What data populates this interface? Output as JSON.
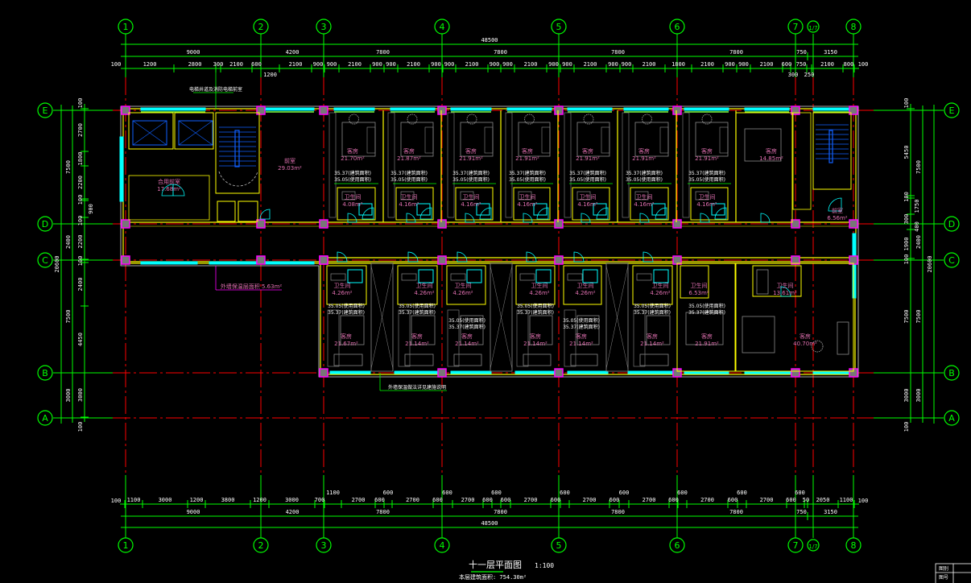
{
  "title": {
    "name": "十一层平面图",
    "scale": "1:100",
    "area_note": "本层建筑面积: 754.30m²"
  },
  "axes": {
    "columns": [
      "1",
      "2",
      "3",
      "4",
      "5",
      "6",
      "7",
      "1/7",
      "8"
    ],
    "rows": [
      "E",
      "D",
      "C",
      "B",
      "A"
    ]
  },
  "dimensions": {
    "top_overall": "48500",
    "top_bays": [
      "9000",
      "4200",
      "7800",
      "7800",
      "7800",
      "7800",
      "750",
      "3150"
    ],
    "top_detail": [
      "1200",
      "2800",
      "300",
      "2100",
      "600",
      "1200",
      "2100",
      "900",
      "900",
      "2100",
      "900",
      "900",
      "2100",
      "900",
      "900",
      "2100",
      "900",
      "900",
      "2100",
      "900",
      "900",
      "2100",
      "900",
      "900",
      "2100",
      "1800",
      "2100",
      "900",
      "900",
      "2100",
      "600",
      "300",
      "750",
      "250",
      "2100",
      "800"
    ],
    "top_edge_left": "100",
    "top_edge_right": "100",
    "bottom_detail": [
      "1100",
      "3000",
      "1200",
      "3800",
      "1200",
      "3000",
      "700",
      "1100",
      "2700",
      "600",
      "600",
      "2700",
      "600",
      "600",
      "2700",
      "600",
      "600",
      "600",
      "2700",
      "600",
      "600",
      "2700",
      "600",
      "600",
      "2700",
      "600",
      "600",
      "2700",
      "600",
      "600",
      "2700",
      "600",
      "600",
      "50",
      "2050",
      "1100"
    ],
    "bottom_bays": [
      "9000",
      "4200",
      "7800",
      "7800",
      "7800",
      "7800",
      "750",
      "3150"
    ],
    "bottom_overall": "48500",
    "bottom_edge_left": "100",
    "bottom_edge_right": "100",
    "left_overall": "20600",
    "left_bays": [
      "7500",
      "2400",
      "7500",
      "3000"
    ],
    "left_detail": [
      "2700",
      "1800",
      "2200",
      "100",
      "900",
      "100",
      "2200",
      "100",
      "2400",
      "4450",
      "3000"
    ],
    "left_edge_top": "100",
    "left_edge_bottom": "100",
    "right_overall": "20600",
    "right_bays": [
      "7500",
      "2400",
      "7500",
      "3000"
    ],
    "right_detail": [
      "5450",
      "100",
      "1750",
      "300",
      "400",
      "1900",
      "100",
      "7500",
      "3000"
    ],
    "right_edge_top": "100",
    "right_edge_bottom": "100"
  },
  "rooms": {
    "upper": [
      {
        "name": "客房",
        "area": "21.70m²"
      },
      {
        "name": "客房",
        "area": "21.87m²"
      },
      {
        "name": "客房",
        "area": "21.91m²"
      },
      {
        "name": "客房",
        "area": "21.91m²"
      },
      {
        "name": "客房",
        "area": "21.91m²"
      },
      {
        "name": "客房",
        "area": "21.91m²"
      },
      {
        "name": "客房",
        "area": "21.91m²"
      },
      {
        "name": "客房",
        "area": "14.85m²"
      }
    ],
    "lower": [
      {
        "name": "客房",
        "area": "21.67m²"
      },
      {
        "name": "客房",
        "area": "21.14m²"
      },
      {
        "name": "客房",
        "area": "21.14m²"
      },
      {
        "name": "客房",
        "area": "21.14m²"
      },
      {
        "name": "客房",
        "area": "21.14m²"
      },
      {
        "name": "客房",
        "area": "21.14m²"
      },
      {
        "name": "客房",
        "area": "21.91m²"
      },
      {
        "name": "客房",
        "area": "40.70m²"
      }
    ],
    "upper_baths": [
      "4.08m²",
      "4.16m²",
      "4.16m²",
      "4.16m²",
      "4.16m²",
      "4.16m²",
      "4.16m²"
    ],
    "lower_baths": [
      "4.26m²",
      "4.26m²",
      "4.26m²",
      "4.26m²",
      "4.26m²",
      "4.26m²",
      "6.53m²",
      "13.61m²"
    ],
    "bath_name": "卫生间",
    "built_area": "35.37(建筑面积)",
    "usable_area": "35.05(使用面积)",
    "lobby": {
      "name": "前室",
      "area": "29.03m²"
    },
    "elevator_hall": {
      "name": "合用前室",
      "area": "17.68m²"
    },
    "right_service": {
      "name": "前室",
      "area": "6.56m²"
    }
  },
  "notes": {
    "shaft_note": "电梯井道及消防电梯前室",
    "insulation_note": "外墙保温层面积 5.63m²",
    "facade_note": "外墙保温做法详见建施说明"
  },
  "title_block": [
    "图别",
    "图号"
  ]
}
